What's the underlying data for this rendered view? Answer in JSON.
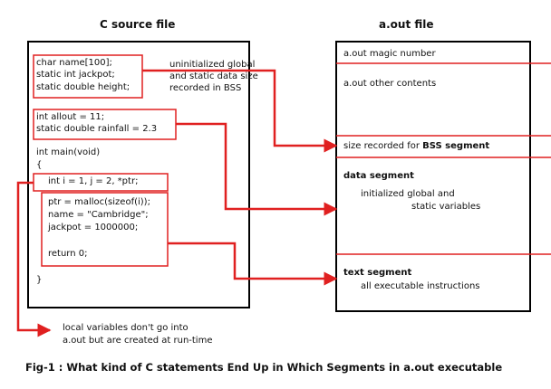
{
  "left_panel": {
    "title": "C source file",
    "lines": [
      "char name[100];",
      "static int jackpot;",
      "static double height;",
      "int allout = 11;",
      "static double rainfall = 2.3",
      "int main(void)",
      "{",
      "int i = 1, j = 2, *ptr;",
      "ptr = malloc(sizeof(i));",
      "name = \"Cambridge\";",
      "jackpot = 1000000;",
      "return 0;",
      "}"
    ]
  },
  "right_panel": {
    "title": "a.out file",
    "magic": "a.out magic number",
    "other": "a.out other contents",
    "bss_prefix": "size recorded for ",
    "bss_bold": "BSS segment",
    "data_title": "data segment",
    "data_desc_1": "initialized global and",
    "data_desc_2": "static variables",
    "text_title": "text segment",
    "text_desc": "all executable instructions"
  },
  "annotations": {
    "bss_note": [
      "uninitialized global",
      "and static data size",
      "recorded in BSS"
    ],
    "local_note": [
      "local variables don't go into",
      "a.out but are created at run-time"
    ]
  },
  "caption": "Fig-1 : What kind of C statements End Up in Which Segments in a.out executable",
  "colors": {
    "arrow": "#e02020",
    "box": "#000000"
  }
}
